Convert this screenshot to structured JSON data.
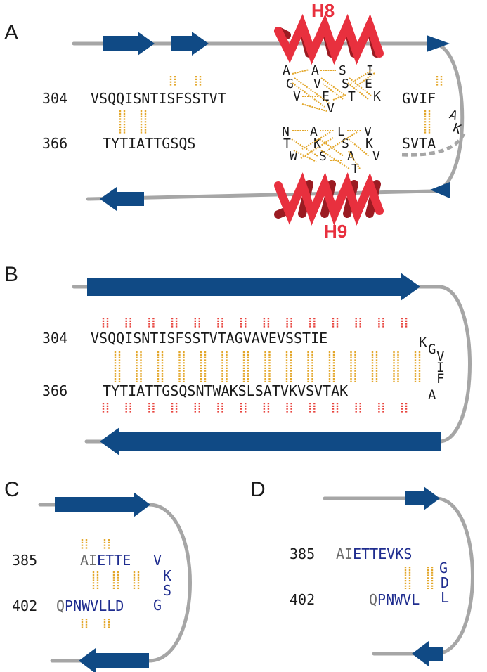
{
  "panels": {
    "a": {
      "letter": "A",
      "helix_top": "H8",
      "helix_bottom": "H9",
      "num1": "304",
      "seq1": "VSQQISNTISFSSTVT",
      "num2": "366",
      "seq2": "TYTIATTGSQS",
      "h8_r1": [
        "A",
        "A",
        "S",
        "I"
      ],
      "h8_r2": [
        "G",
        "V",
        "S",
        "E"
      ],
      "h8_r3": [
        "V",
        "E",
        "T",
        "K"
      ],
      "h8_r4": [
        "V"
      ],
      "h9_r1": [
        "N",
        "A",
        "L",
        "V"
      ],
      "h9_r2": [
        "T",
        "K",
        "S",
        "K"
      ],
      "h9_r3": [
        "W",
        "S",
        "A",
        "V"
      ],
      "h9_r4": [
        "T"
      ],
      "tail_top": "GVIF",
      "tail_bottom": "SVTA",
      "loop": [
        "A",
        "K"
      ]
    },
    "b": {
      "letter": "B",
      "num1": "304",
      "seq1": "VSQQISNTISFSSTVTAGVAVEVSSTIE",
      "num2": "366",
      "seq2": "TYTIATTGSQSNTWAKSLSATVKVSVTAK",
      "loop": [
        "K",
        "G",
        "V",
        "I",
        "F",
        "A"
      ]
    },
    "c": {
      "letter": "C",
      "num1": "385",
      "seq1_gray": "AI",
      "seq1_blue": "ETTE",
      "num2": "402",
      "seq2_gray": "Q",
      "seq2_blue": "PNWVLLD",
      "loop": [
        "V",
        "K",
        "S",
        "G"
      ]
    },
    "d": {
      "letter": "D",
      "num1": "385",
      "seq1_gray": "AI",
      "seq1_blue": "ETTEVKS",
      "num2": "402",
      "seq2_gray": "Q",
      "seq2_blue": "PNWVL",
      "loop": [
        "G",
        "D",
        "L"
      ]
    }
  },
  "colors": {
    "strand": "#104a85",
    "backbone": "#a6a6a6",
    "helix": "#e8303e",
    "hbond": "#e3a72b",
    "hbond_alt": "#e8453f",
    "residue_blue": "#1f2d8f",
    "residue_gray": "#6b6b6b"
  }
}
